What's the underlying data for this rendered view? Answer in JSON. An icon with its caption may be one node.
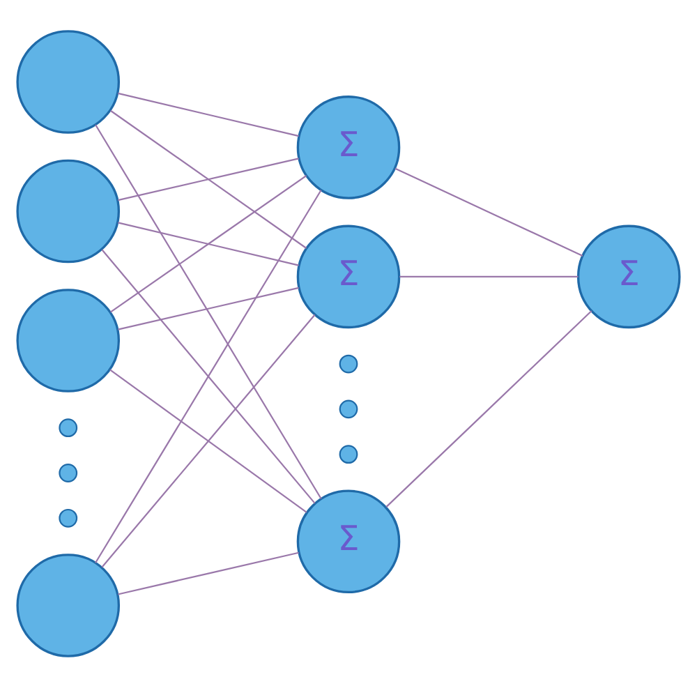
{
  "diagram": {
    "nodes": [
      {
        "text": [],
        "shape": "circle"
      },
      {
        "text": [],
        "shape": "circle"
      },
      {
        "text": [],
        "shape": "circle"
      },
      {
        "text": [],
        "shape": "dot"
      },
      {
        "text": [],
        "shape": "dot"
      },
      {
        "text": [],
        "shape": "dot"
      },
      {
        "text": [],
        "shape": "circle"
      },
      {
        "text": [
          "Σ"
        ]
      },
      {
        "text": [
          "Σ"
        ]
      },
      {
        "text": [],
        "shape": "dot"
      },
      {
        "text": [],
        "shape": "dot"
      },
      {
        "text": [],
        "shape": "dot"
      },
      {
        "text": [
          "Σ"
        ]
      },
      {
        "text": [
          "Σ"
        ]
      }
    ],
    "edges": [
      {
        "from": 0,
        "to": 7,
        "arrow": "none",
        "color": "#9a78aa"
      },
      {
        "from": 0,
        "to": 8,
        "arrow": "none",
        "color": "#9a78aa"
      },
      {
        "from": 0,
        "to": 12,
        "arrow": "none",
        "color": "#9a78aa"
      },
      {
        "from": 1,
        "to": 7,
        "arrow": "none",
        "color": "#9a78aa"
      },
      {
        "from": 1,
        "to": 8,
        "arrow": "none",
        "color": "#9a78aa"
      },
      {
        "from": 1,
        "to": 12,
        "arrow": "none",
        "color": "#9a78aa"
      },
      {
        "from": 2,
        "to": 7,
        "arrow": "none",
        "color": "#9a78aa"
      },
      {
        "from": 2,
        "to": 8,
        "arrow": "none",
        "color": "#9a78aa"
      },
      {
        "from": 2,
        "to": 12,
        "arrow": "none",
        "color": "#9a78aa"
      },
      {
        "from": 6,
        "to": 7,
        "arrow": "none",
        "color": "#9a78aa"
      },
      {
        "from": 6,
        "to": 8,
        "arrow": "none",
        "color": "#9a78aa"
      },
      {
        "from": 6,
        "to": 12,
        "arrow": "none",
        "color": "#9a78aa"
      },
      {
        "from": 7,
        "to": 13,
        "arrow": "none",
        "color": "#9a78aa"
      },
      {
        "from": 8,
        "to": 13,
        "arrow": "none",
        "color": "#9a78aa"
      },
      {
        "from": 12,
        "to": 13,
        "arrow": "none",
        "color": "#9a78aa"
      }
    ]
  }
}
